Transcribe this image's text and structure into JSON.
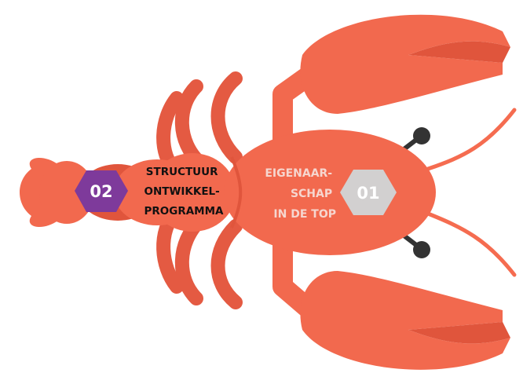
{
  "colors": {
    "body": "#F2694E",
    "body_dark": "#E0553C",
    "leg": "#E45A42",
    "antenna": "#F56C50",
    "eye": "#333333",
    "hex1": "#D2D0D0",
    "hex2": "#7E3A9B",
    "text_light": "#F6D6CF",
    "text_dark": "#111111"
  },
  "steps": [
    {
      "number": "01",
      "label_lines": [
        "EIGENAAR-",
        "SCHAP",
        "IN DE TOP"
      ],
      "icon": "hexagon-badge"
    },
    {
      "number": "02",
      "label_lines": [
        "STRUCTUUR",
        "ONTWIKKEL-",
        "PROGRAMMA"
      ],
      "icon": "hexagon-badge"
    }
  ]
}
